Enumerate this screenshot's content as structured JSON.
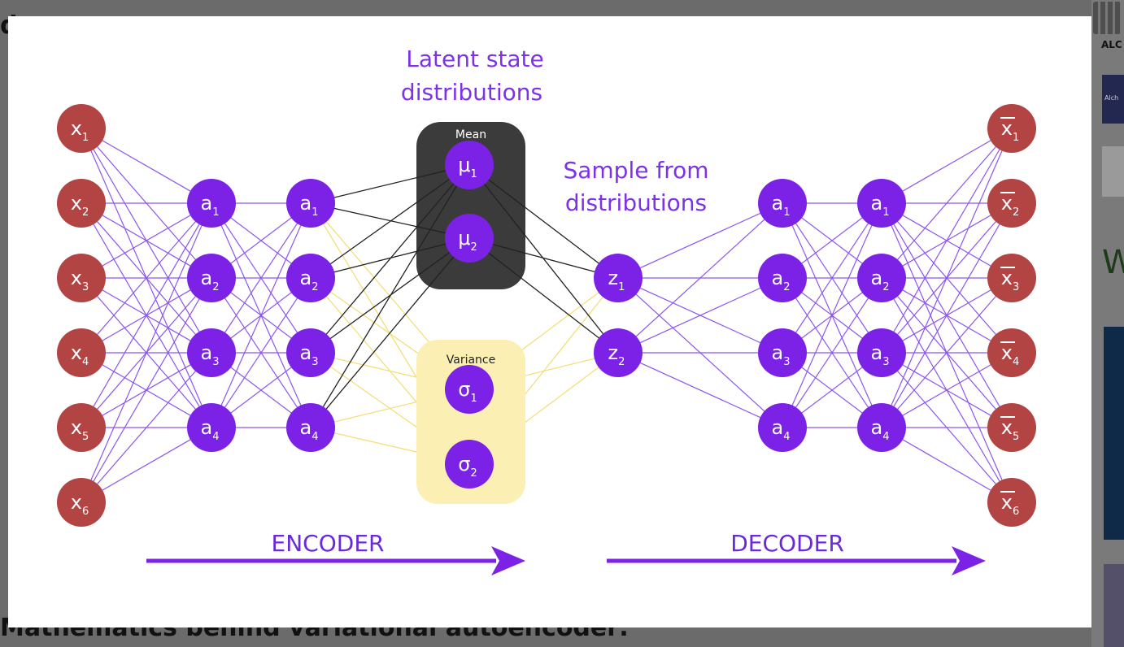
{
  "background_page": {
    "left_fragment": "d",
    "heading": "Mathematics behind variational autoencoder:",
    "sidebar": {
      "brand": "ALC",
      "thumb_text": "Alch",
      "letter": "W"
    }
  },
  "figure": {
    "title_lines": [
      "Latent state",
      "distributions"
    ],
    "sample_lines": [
      "Sample from",
      "distributions"
    ],
    "mean_label": "Mean",
    "variance_label": "Variance",
    "encoder_label": "ENCODER",
    "decoder_label": "DECODER",
    "colors": {
      "input": "#b24444",
      "hidden": "#7b22e6",
      "edge": "#8c55ef",
      "mean_box": "#3b3b3b",
      "variance_box": "#fbefb3",
      "label": "#7d32e8"
    },
    "inputs": [
      {
        "base": "x",
        "sub": "1"
      },
      {
        "base": "x",
        "sub": "2"
      },
      {
        "base": "x",
        "sub": "3"
      },
      {
        "base": "x",
        "sub": "4"
      },
      {
        "base": "x",
        "sub": "5"
      },
      {
        "base": "x",
        "sub": "6"
      }
    ],
    "encoder_layer1": [
      {
        "base": "a",
        "sub": "1"
      },
      {
        "base": "a",
        "sub": "2"
      },
      {
        "base": "a",
        "sub": "3"
      },
      {
        "base": "a",
        "sub": "4"
      }
    ],
    "encoder_layer2": [
      {
        "base": "a",
        "sub": "1"
      },
      {
        "base": "a",
        "sub": "2"
      },
      {
        "base": "a",
        "sub": "3"
      },
      {
        "base": "a",
        "sub": "4"
      }
    ],
    "means": [
      {
        "base": "μ",
        "sub": "1"
      },
      {
        "base": "μ",
        "sub": "2"
      }
    ],
    "variances": [
      {
        "base": "σ",
        "sub": "1"
      },
      {
        "base": "σ",
        "sub": "2"
      }
    ],
    "latents": [
      {
        "base": "z",
        "sub": "1"
      },
      {
        "base": "z",
        "sub": "2"
      }
    ],
    "decoder_layer1": [
      {
        "base": "a",
        "sub": "1"
      },
      {
        "base": "a",
        "sub": "2"
      },
      {
        "base": "a",
        "sub": "3"
      },
      {
        "base": "a",
        "sub": "4"
      }
    ],
    "decoder_layer2": [
      {
        "base": "a",
        "sub": "1"
      },
      {
        "base": "a",
        "sub": "2"
      },
      {
        "base": "a",
        "sub": "3"
      },
      {
        "base": "a",
        "sub": "4"
      }
    ],
    "outputs": [
      {
        "base": "x",
        "sub": "1",
        "bar": true
      },
      {
        "base": "x",
        "sub": "2",
        "bar": true
      },
      {
        "base": "x",
        "sub": "3",
        "bar": true
      },
      {
        "base": "x",
        "sub": "4",
        "bar": true
      },
      {
        "base": "x",
        "sub": "5",
        "bar": true
      },
      {
        "base": "x",
        "sub": "6",
        "bar": true
      }
    ]
  }
}
